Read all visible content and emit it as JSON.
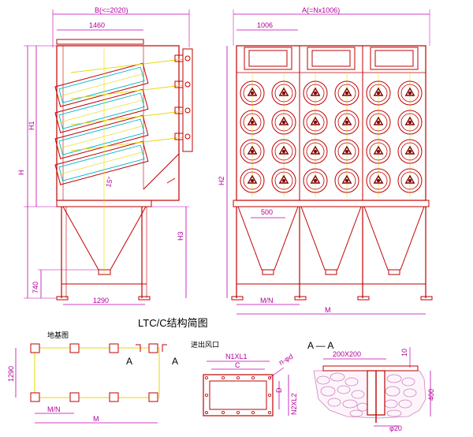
{
  "colors": {
    "frame": "#c00000",
    "dimension": "#c000b0",
    "center_line": "#e8d800",
    "filter": "#00b8c8",
    "dark_red": "#800000",
    "rock": "#d080c0"
  },
  "side_view": {
    "top_dim": "B(<=2020)",
    "inner_dim": "1460",
    "h1": "H1",
    "h": "H",
    "h3": "H3",
    "dim_740": "740",
    "base_dim": "1290",
    "angle": "15°"
  },
  "front_view": {
    "top_dim": "A(=Nx1006)",
    "module_dim": "1006",
    "h2": "H2",
    "dim_500": "500",
    "mn": "M/N",
    "m": "M"
  },
  "title": "LTC/C结构简图",
  "foundation": {
    "label": "地基图",
    "dim_1290": "1290",
    "mn": "M/N",
    "m": "M",
    "a_mark": "A"
  },
  "flange": {
    "label": "进出风口",
    "n1l1": "N1XL1",
    "c": "C",
    "phi_d": "n-φd",
    "d": "D",
    "n2l2": "N2XL2"
  },
  "section": {
    "label": "A — A",
    "dim_200": "200X200",
    "dim_10": "10",
    "dim_400": "400",
    "phi_20": "φ20"
  }
}
